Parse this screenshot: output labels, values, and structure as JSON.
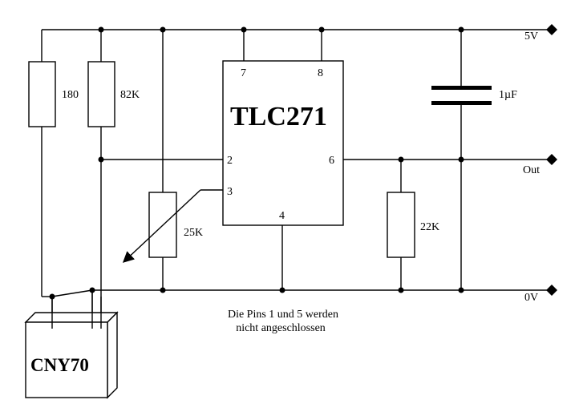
{
  "rails": {
    "supply_label": "5V",
    "output_label": "Out",
    "ground_label": "0V"
  },
  "components": {
    "r1_value": "180",
    "r2_value": "82K",
    "pot_value": "25K",
    "r3_value": "22K",
    "cap_value": "1µF"
  },
  "ic": {
    "name": "TLC271",
    "pins": {
      "p7": "7",
      "p8": "8",
      "p2": "2",
      "p3": "3",
      "p6": "6",
      "p4": "4"
    }
  },
  "sensor": {
    "name": "CNY70"
  },
  "note": {
    "line1": "Die Pins 1 und 5 werden",
    "line2": "nicht angeschlossen"
  }
}
